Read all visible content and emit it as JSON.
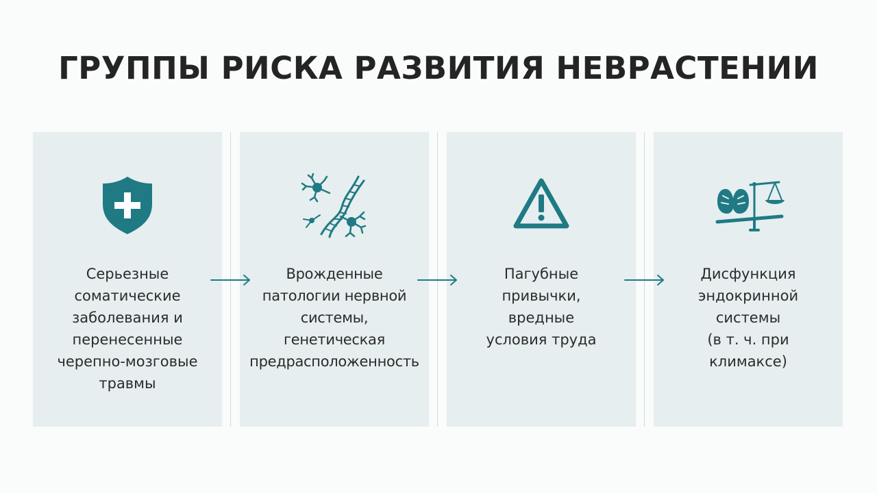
{
  "title": "ГРУППЫ РИСКА РАЗВИТИЯ НЕВРАСТЕНИИ",
  "colors": {
    "accent": "#1f7a84",
    "card_background": "#e6eeef",
    "title": "#242424"
  },
  "steps": [
    {
      "icon": "shield-cross-icon",
      "text": "Серьезные\nсоматические\nзаболевания и\nперенесенные\nчерепно-мозговые\nтравмы"
    },
    {
      "icon": "neuron-dna-icon",
      "text": "Врожденные\nпатологии нервной\nсистемы,\nгенетическая\nпредрасположенность"
    },
    {
      "icon": "warning-triangle-icon",
      "text": "Пагубные\nпривычки,\nвредные\nусловия труда"
    },
    {
      "icon": "endocrine-scales-icon",
      "text": "Дисфункция\nэндокринной\nсистемы\n(в т. ч. при\nклимаксе)"
    }
  ]
}
